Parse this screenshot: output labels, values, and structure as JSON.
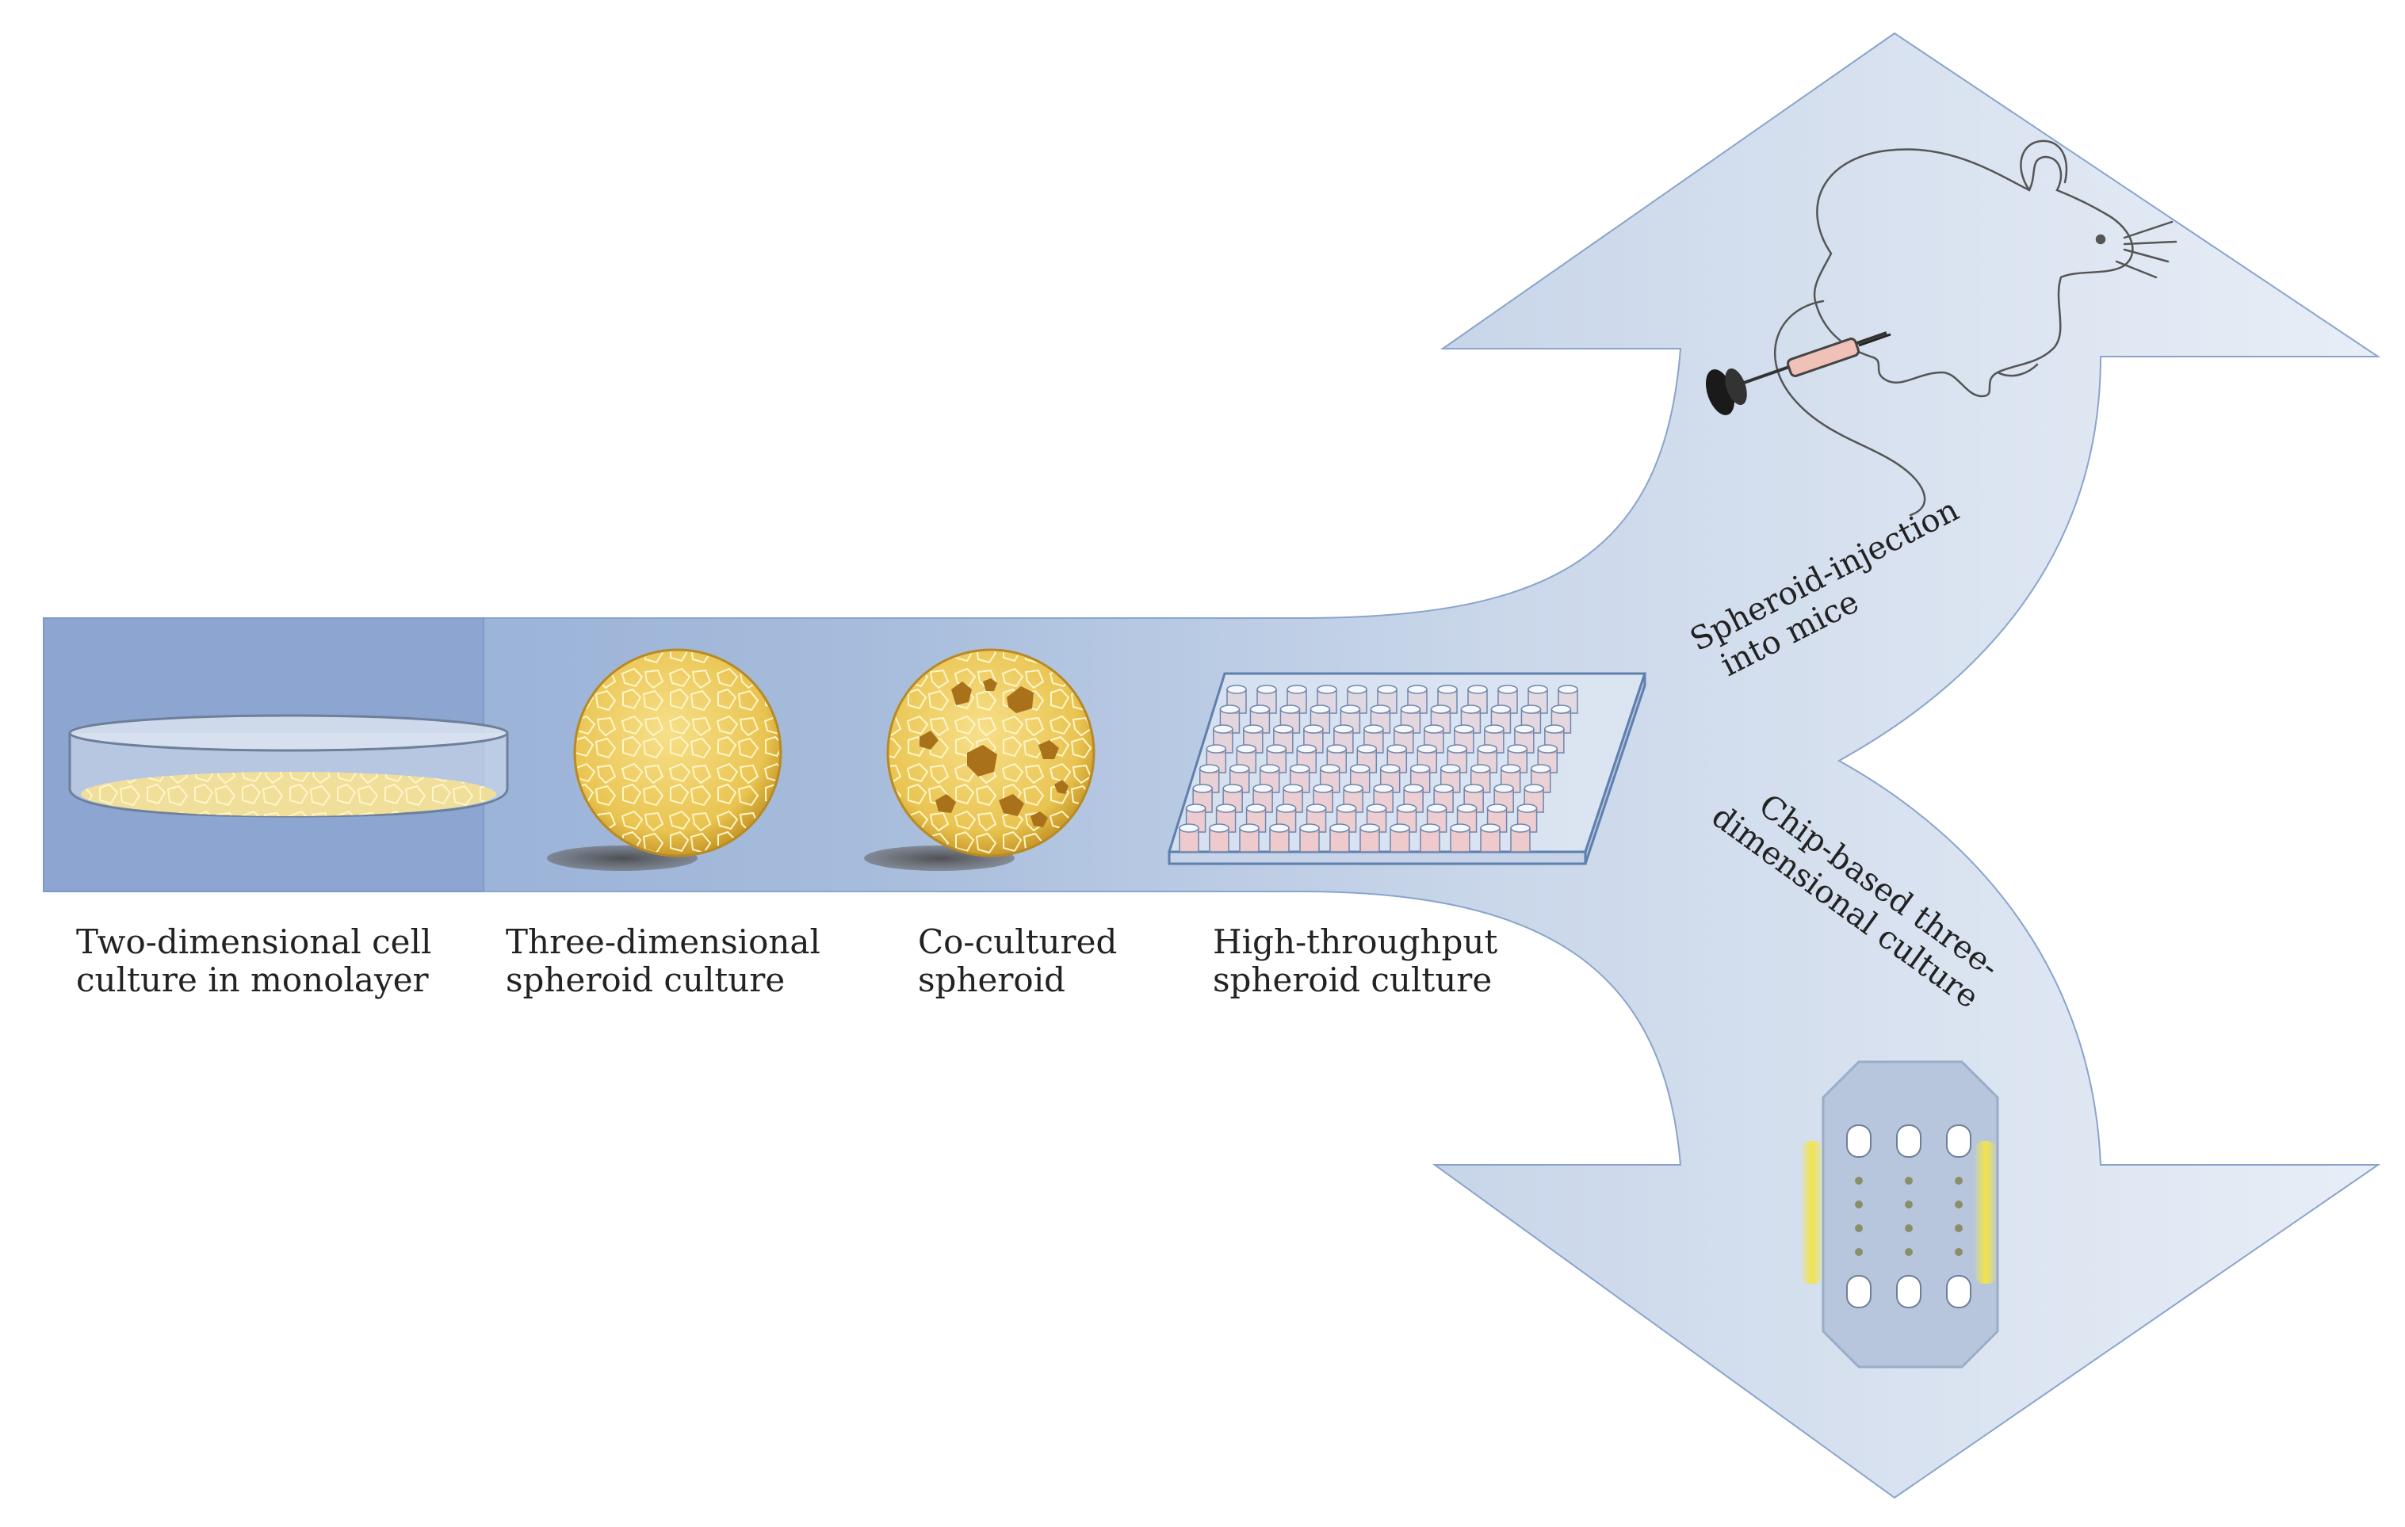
{
  "stages": [
    {
      "id": "2d",
      "line1": "Two-dimensional cell",
      "line2": "culture in monolayer"
    },
    {
      "id": "3d",
      "line1": "Three-dimensional",
      "line2": "spheroid culture"
    },
    {
      "id": "coculture",
      "line1": "Co-cultured",
      "line2": "spheroid"
    },
    {
      "id": "hts",
      "line1": "High-throughput",
      "line2": "spheroid culture"
    }
  ],
  "branches": {
    "upper": {
      "line1": "Spheroid-injection",
      "line2": "into mice",
      "icon": "mouse-with-syringe"
    },
    "lower": {
      "line1": "Chip-based three-",
      "line2": "dimensional culture",
      "icon": "microfluidic-chip"
    }
  },
  "colors": {
    "band_dark": "#8fa9d3",
    "band_light": "#e6ecf5",
    "spheroid": "#e8c35a",
    "spheroid_dark_cells": "#a8711a",
    "well_fill": "#f2c6c6",
    "chip_glow": "#f2e54a"
  }
}
